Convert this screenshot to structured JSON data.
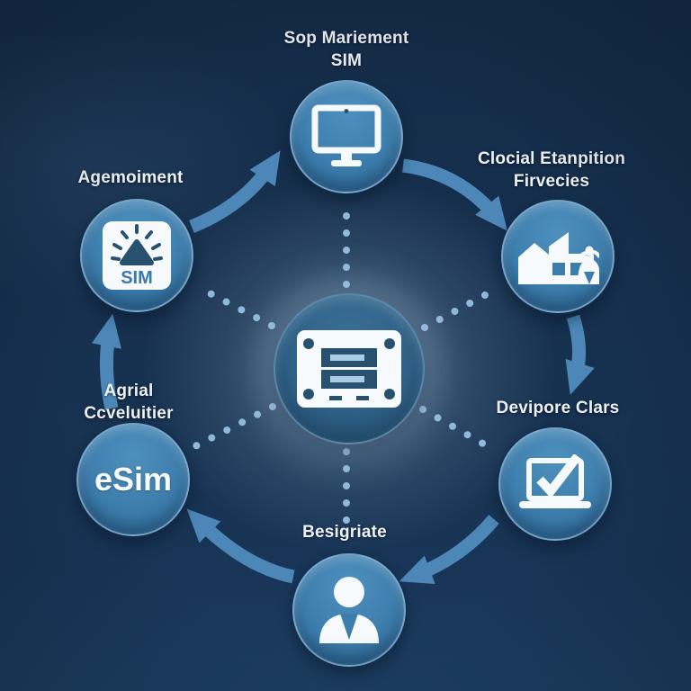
{
  "diagram": {
    "type": "circular-flow",
    "direction": "clockwise",
    "center": {
      "icon": "server-card-icon"
    },
    "nodes": [
      {
        "id": "top",
        "icon": "desktop-monitor-icon",
        "labels": [
          "Sop Mariement",
          "SIM"
        ]
      },
      {
        "id": "upper-right",
        "icon": "factory-icon",
        "labels": [
          "Clocial Etanpition",
          "Firvecies"
        ]
      },
      {
        "id": "lower-right",
        "icon": "laptop-check-icon",
        "labels": [
          "Devipore Clars"
        ]
      },
      {
        "id": "bottom",
        "icon": "person-icon",
        "labels": [
          "Besigriate"
        ]
      },
      {
        "id": "lower-left",
        "icon": "esim-text",
        "labels": [
          "Agrial",
          "Ccveluitier"
        ],
        "circle_text": "eSim"
      },
      {
        "id": "upper-left",
        "icon": "sim-alert-icon",
        "labels": [
          "Agemoiment"
        ],
        "icon_text": "SIM"
      }
    ]
  },
  "palette": {
    "background": "#16304e",
    "node_fill": "#3d7dac",
    "node_fill_light": "#4e90bd",
    "node_fill_dark": "#2c648f",
    "center_fill": "#2e5e83",
    "center_fill_light": "#3a7096",
    "arrow": "#4d87b8",
    "dot": "#8fb9da",
    "label": "#edf2f7",
    "icon": "#f6fafc",
    "icon_dark": "#27516f",
    "icon_bar": "#a9cde4",
    "sim_text_color": "#3a79a8",
    "glow": "#bdd8ec"
  }
}
